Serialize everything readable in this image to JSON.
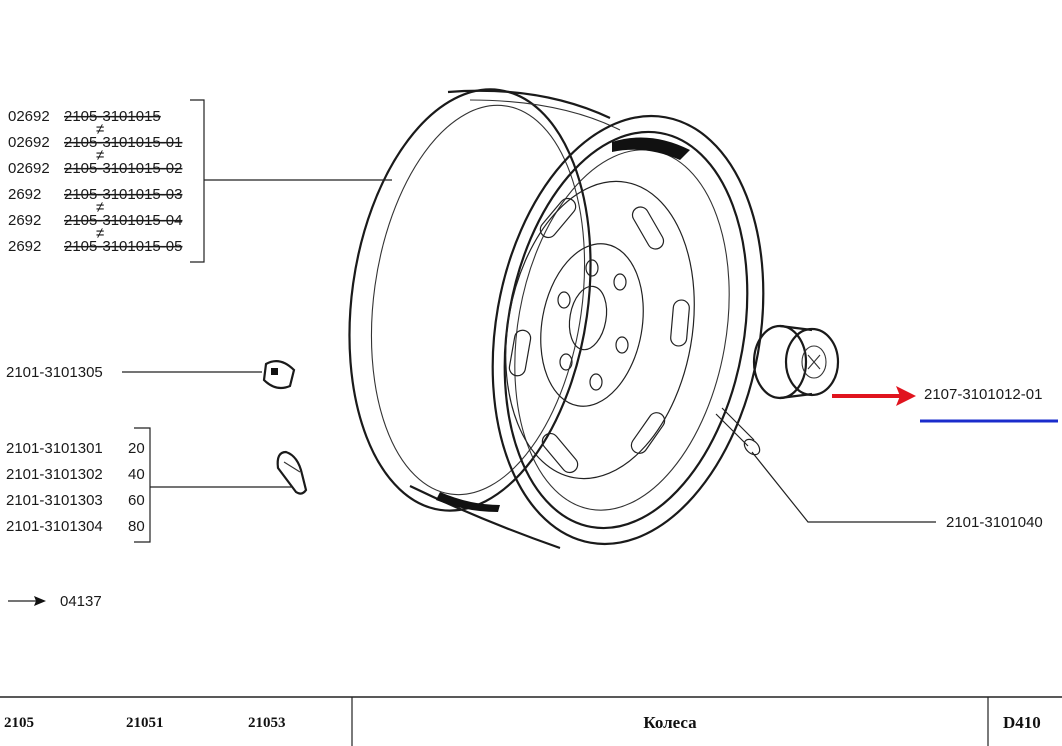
{
  "wheel_group": {
    "rows": [
      {
        "code": "02692",
        "part": "2105-3101015"
      },
      {
        "code": "02692",
        "part": "2105-3101015-01"
      },
      {
        "code": "02692",
        "part": "2105-3101015-02"
      },
      {
        "code": "2692",
        "part": "2105-3101015-03"
      },
      {
        "code": "2692",
        "part": "2105-3101015-04"
      },
      {
        "code": "2692",
        "part": "2105-3101015-05"
      }
    ],
    "mark": "≠"
  },
  "weight_label": "2101-3101305",
  "balance_weights": [
    {
      "part": "2101-3101301",
      "qty": "20"
    },
    {
      "part": "2101-3101302",
      "qty": "40"
    },
    {
      "part": "2101-3101303",
      "qty": "60"
    },
    {
      "part": "2101-3101304",
      "qty": "80"
    }
  ],
  "note": {
    "ref": "04137"
  },
  "cap_label": "2107-3101012-01",
  "bolt_label": "2101-3101040",
  "colors": {
    "red_arrow": "#e0141e",
    "blue_underline": "#1a2ccc"
  },
  "footer": {
    "models": [
      "2105",
      "21051",
      "21053"
    ],
    "title": "Колеса",
    "code": "D410"
  }
}
